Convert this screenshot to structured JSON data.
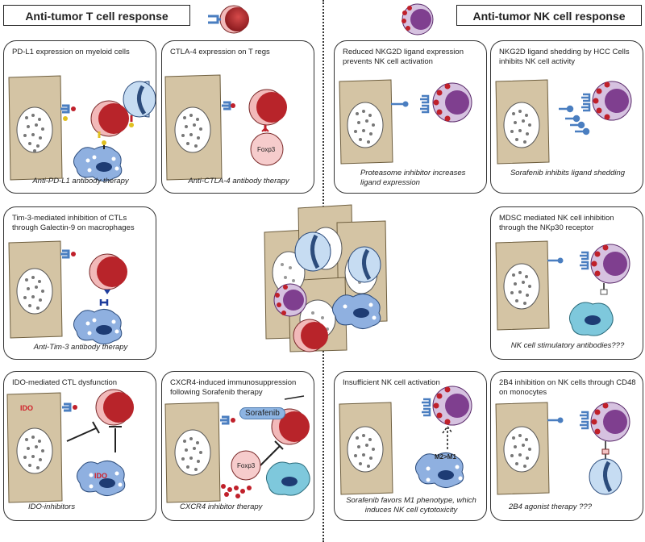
{
  "headers": {
    "t_cell": "Anti-tumor T cell response",
    "nk_cell": "Anti-tumor NK cell response"
  },
  "panels": {
    "pdl1": {
      "title": "PD-L1 expression on myeloid cells",
      "caption": "Anti-PD-L1 antibody therapy"
    },
    "ctla4": {
      "title": "CTLA-4 expression on T regs",
      "caption": "Anti-CTLA-4 antibody therapy",
      "cell_label": "Foxp3"
    },
    "tim3": {
      "title": "Tim-3-mediated inhibition of CTLs through Galectin-9 on macrophages",
      "caption": "Anti-Tim-3 antibody therapy"
    },
    "ido": {
      "title": "IDO-mediated  CTL dysfunction",
      "caption": "IDO-inhibitors",
      "ido_label": "IDO",
      "ido_label2": "IDO"
    },
    "cxcr4": {
      "title": "CXCR4-induced immunosuppression following Sorafenib therapy",
      "caption": "CXCR4 inhibitor therapy",
      "drug_label": "Sorafenib",
      "cell_label": "Foxp3"
    },
    "nkg2d_reduced": {
      "title": "Reduced NKG2D ligand expression prevents NK cell activation",
      "caption": "Proteasome inhibitor increases ligand expression"
    },
    "nkg2d_shedding": {
      "title": "NKG2D ligand shedding by HCC Cells inhibits NK cell activity",
      "caption": "Sorafenib inhibits ligand shedding"
    },
    "mdsc": {
      "title": "MDSC mediated NK cell inhibition through the NKp30 receptor",
      "caption": "NK cell stimulatory antibodies???"
    },
    "insufficient": {
      "title": "Insufficient NK cell activation",
      "caption": "Sorafenib favors M1 phenotype, which induces NK cell cytotoxicity",
      "cell_label": "M2>M1"
    },
    "b24": {
      "title": "2B4 inhibition on NK cells through CD48 on monocytes",
      "caption": "2B4 agonist therapy ???"
    }
  },
  "colors": {
    "tumor": "#d4c4a4",
    "t_cell": "#b8242a",
    "t_cell_light": "#f0b0b0",
    "nk_cell": "#7f3f8f",
    "nk_light": "#d6c2e0",
    "macrophage": "#8fb0e0",
    "receptor": "#4a7ec0",
    "ligand": "#c0202a"
  }
}
